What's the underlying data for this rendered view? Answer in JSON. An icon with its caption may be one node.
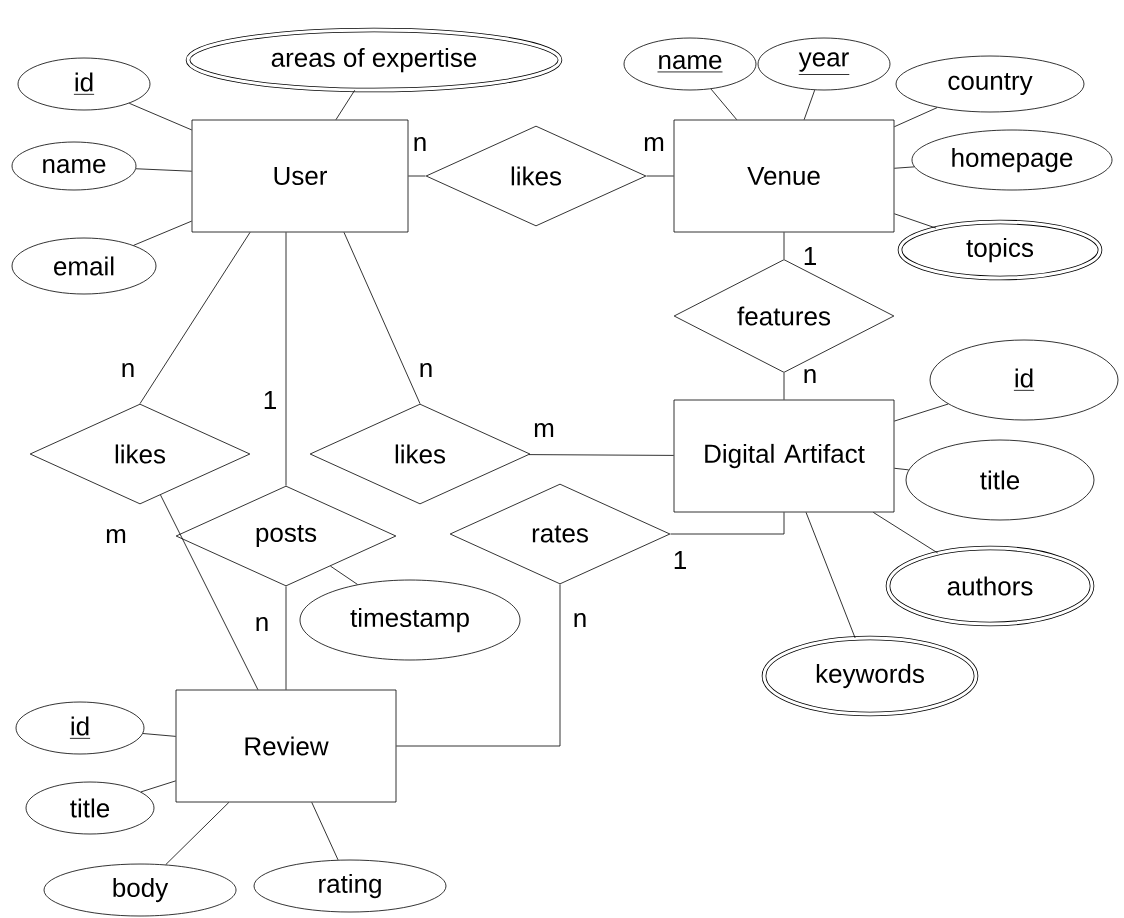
{
  "diagram": {
    "nodes": [
      {
        "text": [
          "User"
        ]
      },
      {
        "text": [
          "Venue"
        ]
      },
      {
        "text": [
          "Digital Artifact"
        ]
      },
      {
        "text": [
          "Review"
        ]
      },
      {
        "text": [
          "likes"
        ]
      },
      {
        "text": [
          "features"
        ]
      },
      {
        "text": [
          "likes"
        ]
      },
      {
        "text": [
          "likes"
        ]
      },
      {
        "text": [
          "posts"
        ]
      },
      {
        "text": [
          "rates"
        ]
      },
      {
        "text": [
          "id"
        ]
      },
      {
        "text": [
          "areas of expertise"
        ]
      },
      {
        "text": [
          "name"
        ]
      },
      {
        "text": [
          "email"
        ]
      },
      {
        "text": [
          "name"
        ]
      },
      {
        "text": [
          "year"
        ]
      },
      {
        "text": [
          "country"
        ]
      },
      {
        "text": [
          "homepage"
        ]
      },
      {
        "text": [
          "topics"
        ]
      },
      {
        "text": [
          "id"
        ]
      },
      {
        "text": [
          "title"
        ]
      },
      {
        "text": [
          "authors"
        ]
      },
      {
        "text": [
          "keywords"
        ]
      },
      {
        "text": [
          "timestamp"
        ]
      },
      {
        "text": [
          "id"
        ]
      },
      {
        "text": [
          "title"
        ]
      },
      {
        "text": [
          "body"
        ]
      },
      {
        "text": [
          "rating"
        ]
      }
    ],
    "edges": [
      {
        "from": 0,
        "to": 4,
        "arrow": "none",
        "label": "n"
      },
      {
        "from": 4,
        "to": 1,
        "arrow": "none",
        "label": "m"
      },
      {
        "from": 1,
        "to": 5,
        "arrow": "none",
        "label": "1"
      },
      {
        "from": 5,
        "to": 2,
        "arrow": "none",
        "label": "n"
      },
      {
        "from": 0,
        "to": 6,
        "arrow": "none",
        "label": "n"
      },
      {
        "from": 6,
        "to": 3,
        "arrow": "none",
        "label": "m"
      },
      {
        "from": 0,
        "to": 8,
        "arrow": "none",
        "label": "1"
      },
      {
        "from": 8,
        "to": 3,
        "arrow": "none",
        "label": "n"
      },
      {
        "from": 0,
        "to": 7,
        "arrow": "none",
        "label": "n"
      },
      {
        "from": 7,
        "to": 2,
        "arrow": "none",
        "label": "m"
      },
      {
        "from": 2,
        "to": 9,
        "arrow": "none",
        "label": "1"
      },
      {
        "from": 9,
        "to": 3,
        "arrow": "none",
        "label": "n"
      },
      {
        "from": 0,
        "to": 10,
        "arrow": "none"
      },
      {
        "from": 0,
        "to": 11,
        "arrow": "none"
      },
      {
        "from": 0,
        "to": 12,
        "arrow": "none"
      },
      {
        "from": 0,
        "to": 13,
        "arrow": "none"
      },
      {
        "from": 1,
        "to": 14,
        "arrow": "none"
      },
      {
        "from": 1,
        "to": 15,
        "arrow": "none"
      },
      {
        "from": 1,
        "to": 16,
        "arrow": "none"
      },
      {
        "from": 1,
        "to": 17,
        "arrow": "none"
      },
      {
        "from": 1,
        "to": 18,
        "arrow": "none"
      },
      {
        "from": 2,
        "to": 19,
        "arrow": "none"
      },
      {
        "from": 2,
        "to": 20,
        "arrow": "none"
      },
      {
        "from": 2,
        "to": 21,
        "arrow": "none"
      },
      {
        "from": 2,
        "to": 22,
        "arrow": "none"
      },
      {
        "from": 8,
        "to": 23,
        "arrow": "none"
      },
      {
        "from": 3,
        "to": 24,
        "arrow": "none"
      },
      {
        "from": 3,
        "to": 25,
        "arrow": "none"
      },
      {
        "from": 3,
        "to": 26,
        "arrow": "none"
      },
      {
        "from": 3,
        "to": 27,
        "arrow": "none"
      }
    ]
  }
}
